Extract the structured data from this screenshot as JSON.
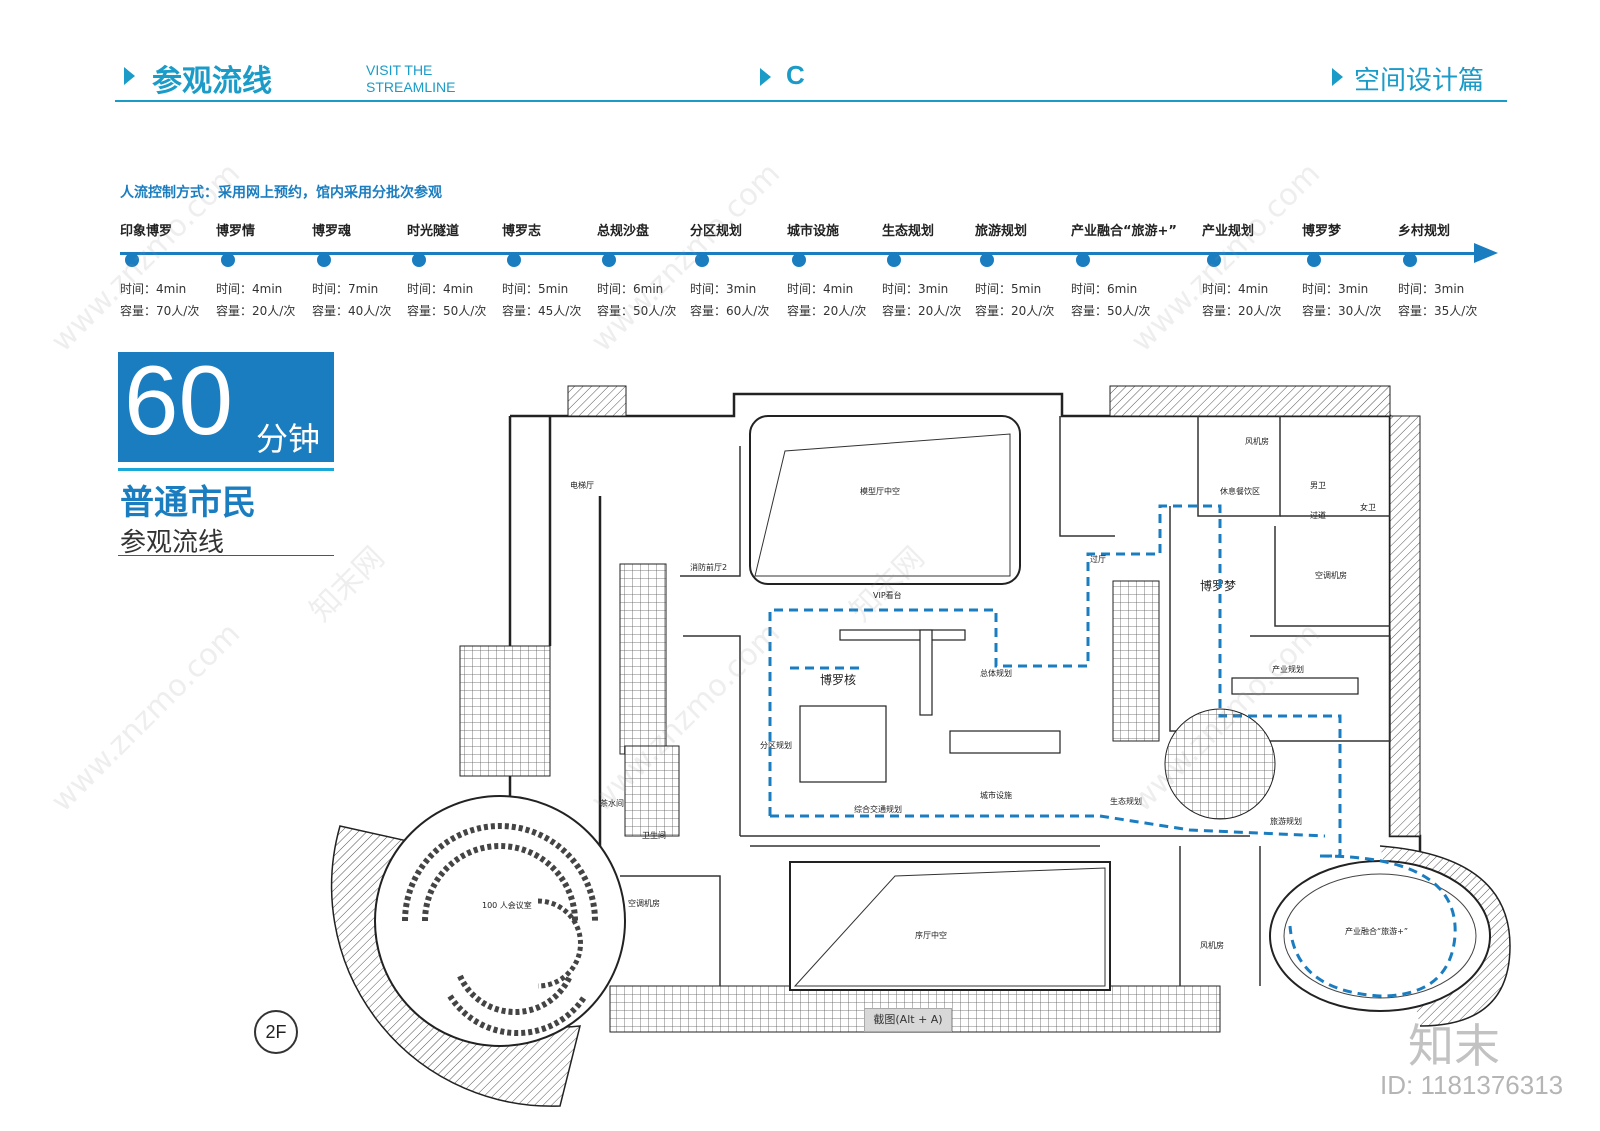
{
  "header": {
    "title": "参观流线",
    "title_en_line1": "VISIT THE",
    "title_en_line2": "STREAMLINE",
    "section": "C",
    "category": "空间设计篇"
  },
  "flow_control": "人流控制方式：采用网上预约，馆内采用分批次参观",
  "stops": [
    {
      "name": "印象博罗",
      "time": "时间：4min",
      "capacity": "容量：70人/次"
    },
    {
      "name": "博罗情",
      "time": "时间：4min",
      "capacity": "容量：20人/次"
    },
    {
      "name": "博罗魂",
      "time": "时间：7min",
      "capacity": "容量：40人/次"
    },
    {
      "name": "时光隧道",
      "time": "时间：4min",
      "capacity": "容量：50人/次"
    },
    {
      "name": "博罗志",
      "time": "时间：5min",
      "capacity": "容量：45人/次"
    },
    {
      "name": "总规沙盘",
      "time": "时间：6min",
      "capacity": "容量：50人/次"
    },
    {
      "name": "分区规划",
      "time": "时间：3min",
      "capacity": "容量：60人/次"
    },
    {
      "name": "城市设施",
      "time": "时间：4min",
      "capacity": "容量：20人/次"
    },
    {
      "name": "生态规划",
      "time": "时间：3min",
      "capacity": "容量：20人/次"
    },
    {
      "name": "旅游规划",
      "time": "时间：5min",
      "capacity": "容量：20人/次"
    },
    {
      "name": "产业融合“旅游+”",
      "time": "时间：6min",
      "capacity": "容量：50人/次"
    },
    {
      "name": "产业规划",
      "time": "时间：4min",
      "capacity": "容量：20人/次"
    },
    {
      "name": "博罗梦",
      "time": "时间：3min",
      "capacity": "容量：30人/次"
    },
    {
      "name": "乡村规划",
      "time": "时间：3min",
      "capacity": "容量：35人/次"
    }
  ],
  "summary": {
    "minutes": "60",
    "unit": "分钟",
    "audience": "普通市民",
    "subtitle": "参观流线"
  },
  "plan": {
    "rooms": {
      "elevator_hall": "电梯厅",
      "model_void": "模型厅中空",
      "fire_room": "消防前厅2",
      "vip": "VIP看台",
      "core": "博罗核",
      "dream": "博罗梦",
      "lounge": "休息餐饮区",
      "ac_room": "空调机房",
      "wind_room": "风机房",
      "wind_room2": "风机房",
      "industry": "产业规划",
      "overall": "总体规划",
      "zone": "分区规划",
      "traffic": "综合交通规划",
      "city": "城市设施",
      "eco": "生态规划",
      "tourism": "旅游规划",
      "fusion": "产业融合“旅游+”",
      "hall_void": "序厅中空",
      "meeting": "100 人会议室",
      "ac_room2": "空调机房",
      "wc": "卫生间",
      "water": "茶水间",
      "passage": "过道",
      "men": "男卫",
      "women": "女卫",
      "pass2": "过厅"
    },
    "floor": "2F",
    "screenshot_hint": "截图(Alt + A)"
  },
  "watermark": "www.znzmo.com",
  "watermark_cn": "知末网",
  "logo": "知末",
  "id_text": "ID: 1181376313",
  "colors": {
    "accent": "#1a7dc0",
    "cyan": "#1a9bc8"
  }
}
